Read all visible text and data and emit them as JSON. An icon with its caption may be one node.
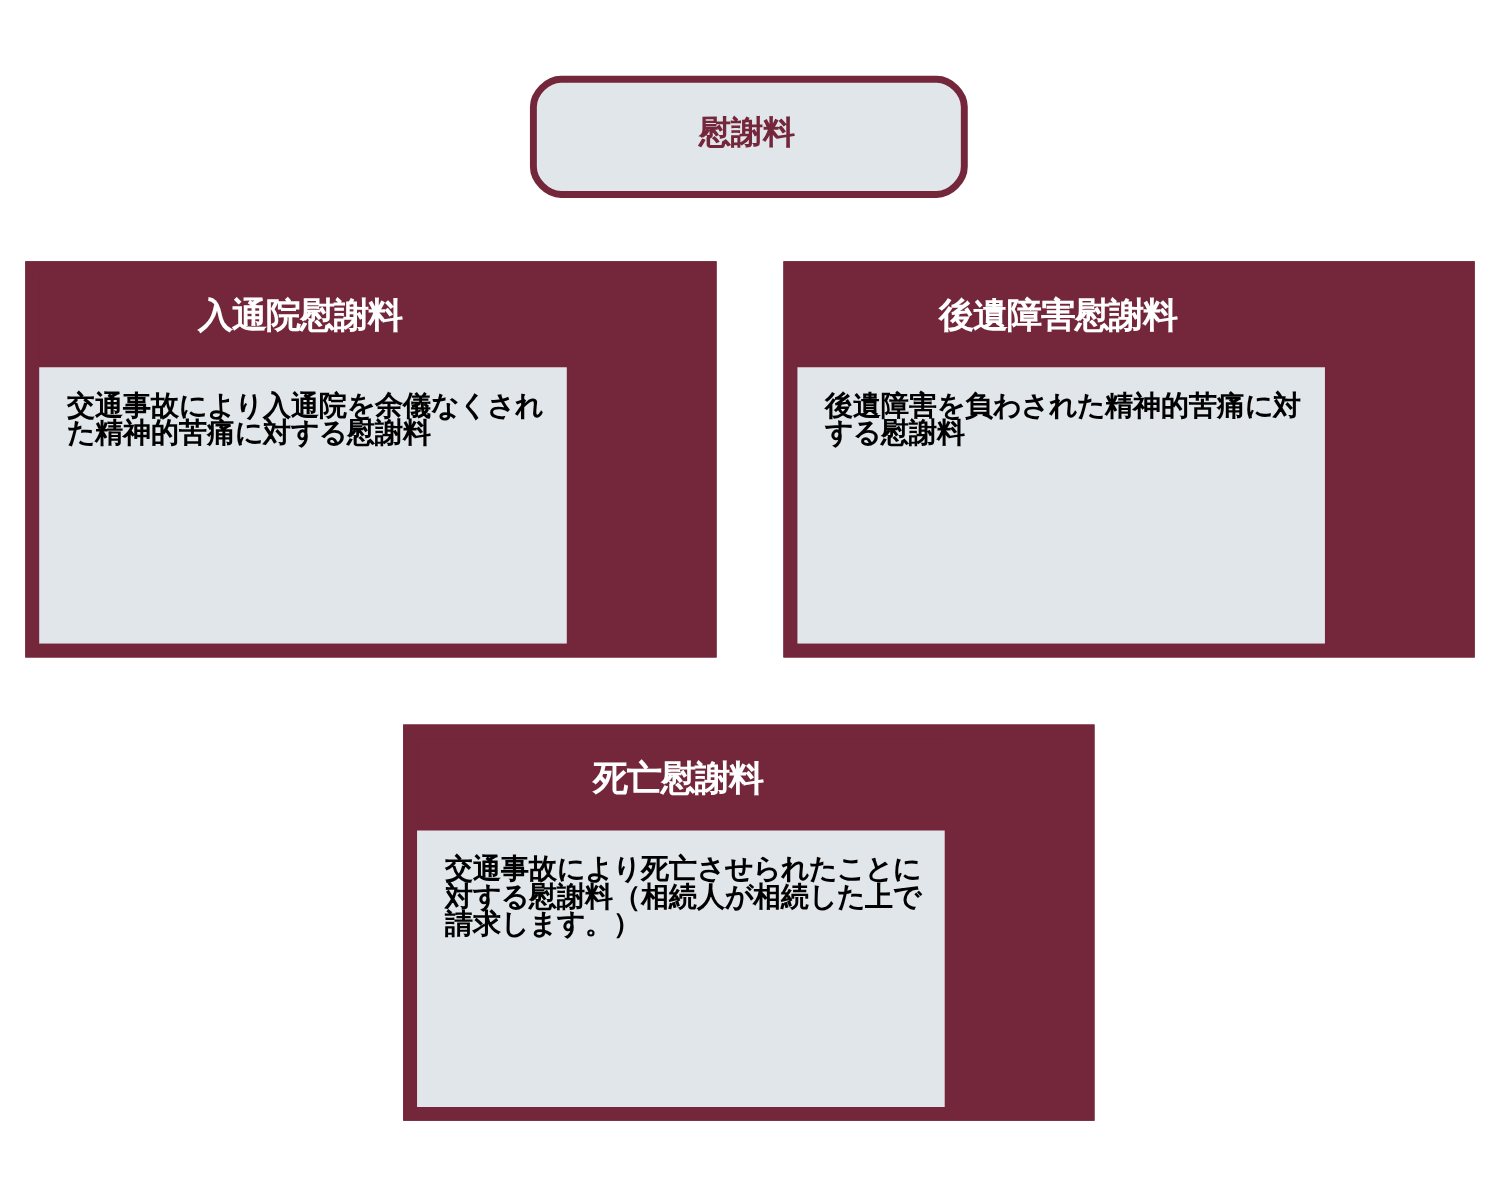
{
  "diagram": {
    "nodes": [
      {
        "text": [
          "慰謝料"
        ]
      },
      {
        "text": [
          "入通院慰謝料",
          "交通事故により入通院を余儀なくされた精神的苦痛に対する慰謝料"
        ]
      },
      {
        "text": [
          "後遺障害慰謝料",
          "後遺障害を負わされた精神的苦痛に対する慰謝料"
        ]
      },
      {
        "text": [
          "死亡慰謝料",
          "交通事故により死亡させられたことに対する慰謝料（相続人が相続した上で請求します。）"
        ]
      }
    ],
    "edges": []
  }
}
